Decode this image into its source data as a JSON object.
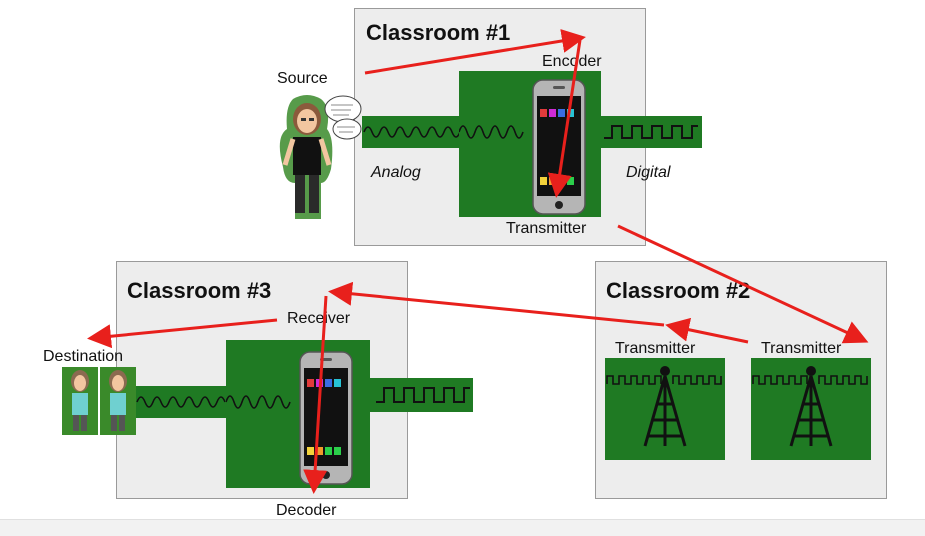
{
  "classroom1": {
    "title": "Classroom #1",
    "source": "Source",
    "encoder": "Encoder",
    "transmitter": "Transmitter",
    "analog": "Analog",
    "digital": "Digital"
  },
  "classroom2": {
    "title": "Classroom #2",
    "transmitter_left": "Transmitter",
    "transmitter_right": "Transmitter"
  },
  "classroom3": {
    "title": "Classroom #3",
    "receiver": "Receiver",
    "destination": "Destination",
    "decoder": "Decoder"
  },
  "colors": {
    "arrow": "#e8201c",
    "green": "#1f7a23",
    "panel": "#ededed"
  },
  "icons": [
    "person-icon",
    "phone-icon",
    "tower-icon",
    "analog-wave",
    "digital-wave"
  ]
}
